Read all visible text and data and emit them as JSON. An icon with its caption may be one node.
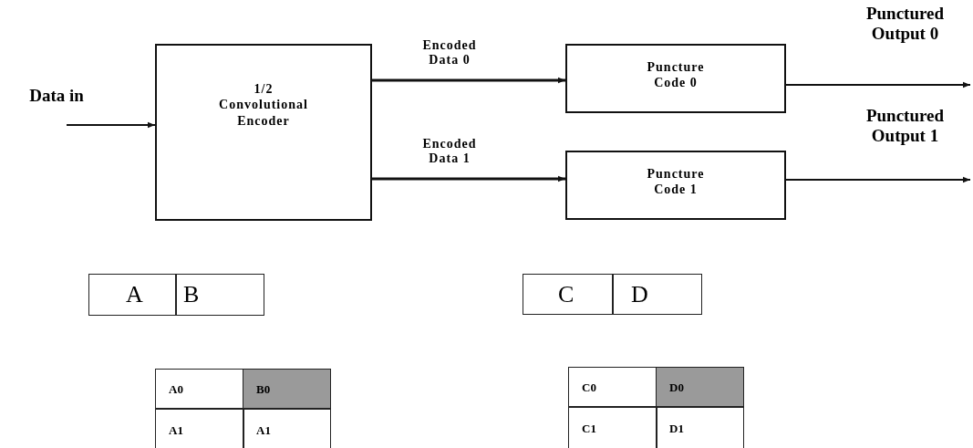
{
  "diagram": {
    "nodes": [
      {
        "text": [
          "1/2 Convolutional Encoder"
        ]
      },
      {
        "text": [
          "Puncture Code 0"
        ]
      },
      {
        "text": [
          "Puncture Code 1"
        ]
      }
    ],
    "edges": [
      {
        "from": null,
        "to": 0,
        "arrow": "to",
        "label": "Data in"
      },
      {
        "from": 0,
        "to": 1,
        "arrow": "to",
        "label": "Encoded Data 0"
      },
      {
        "from": 0,
        "to": 2,
        "arrow": "to",
        "label": "Encoded Data 1"
      },
      {
        "from": 1,
        "to": null,
        "arrow": "to",
        "label": "Punctured Output 0"
      },
      {
        "from": 2,
        "to": null,
        "arrow": "to",
        "label": "Punctured Output 1"
      }
    ],
    "labels": [
      "A",
      "B",
      "C",
      "D",
      "A0",
      "B0",
      "C0",
      "D0",
      "A1",
      "A1",
      "C1",
      "D1"
    ]
  }
}
